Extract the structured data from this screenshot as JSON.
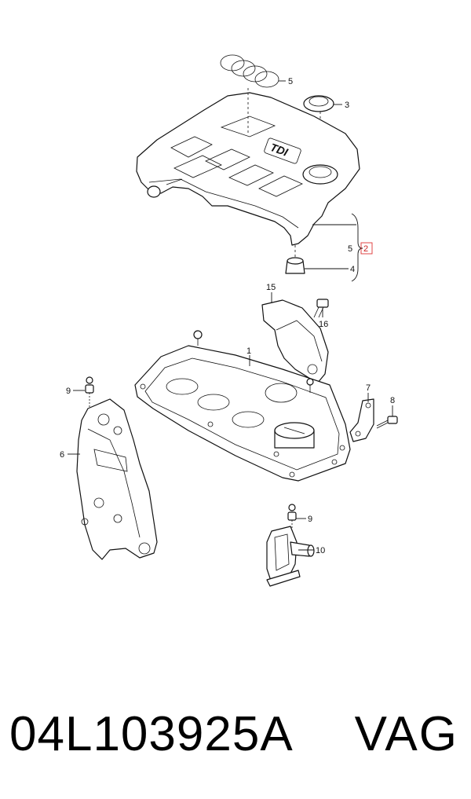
{
  "callouts": {
    "c1": "1",
    "c2": "2",
    "c3": "3",
    "c4": "4",
    "c5a": "5",
    "c5b": "5",
    "c6": "6",
    "c7": "7",
    "c8": "8",
    "c9a": "9",
    "c9b": "9",
    "c10": "10",
    "c15": "15",
    "c16": "16"
  },
  "cover_badge": "TDI",
  "footer": {
    "part_number": "04L103925A",
    "brand": "VAG"
  },
  "colors": {
    "highlight": "#d33333",
    "ink": "#111111"
  }
}
